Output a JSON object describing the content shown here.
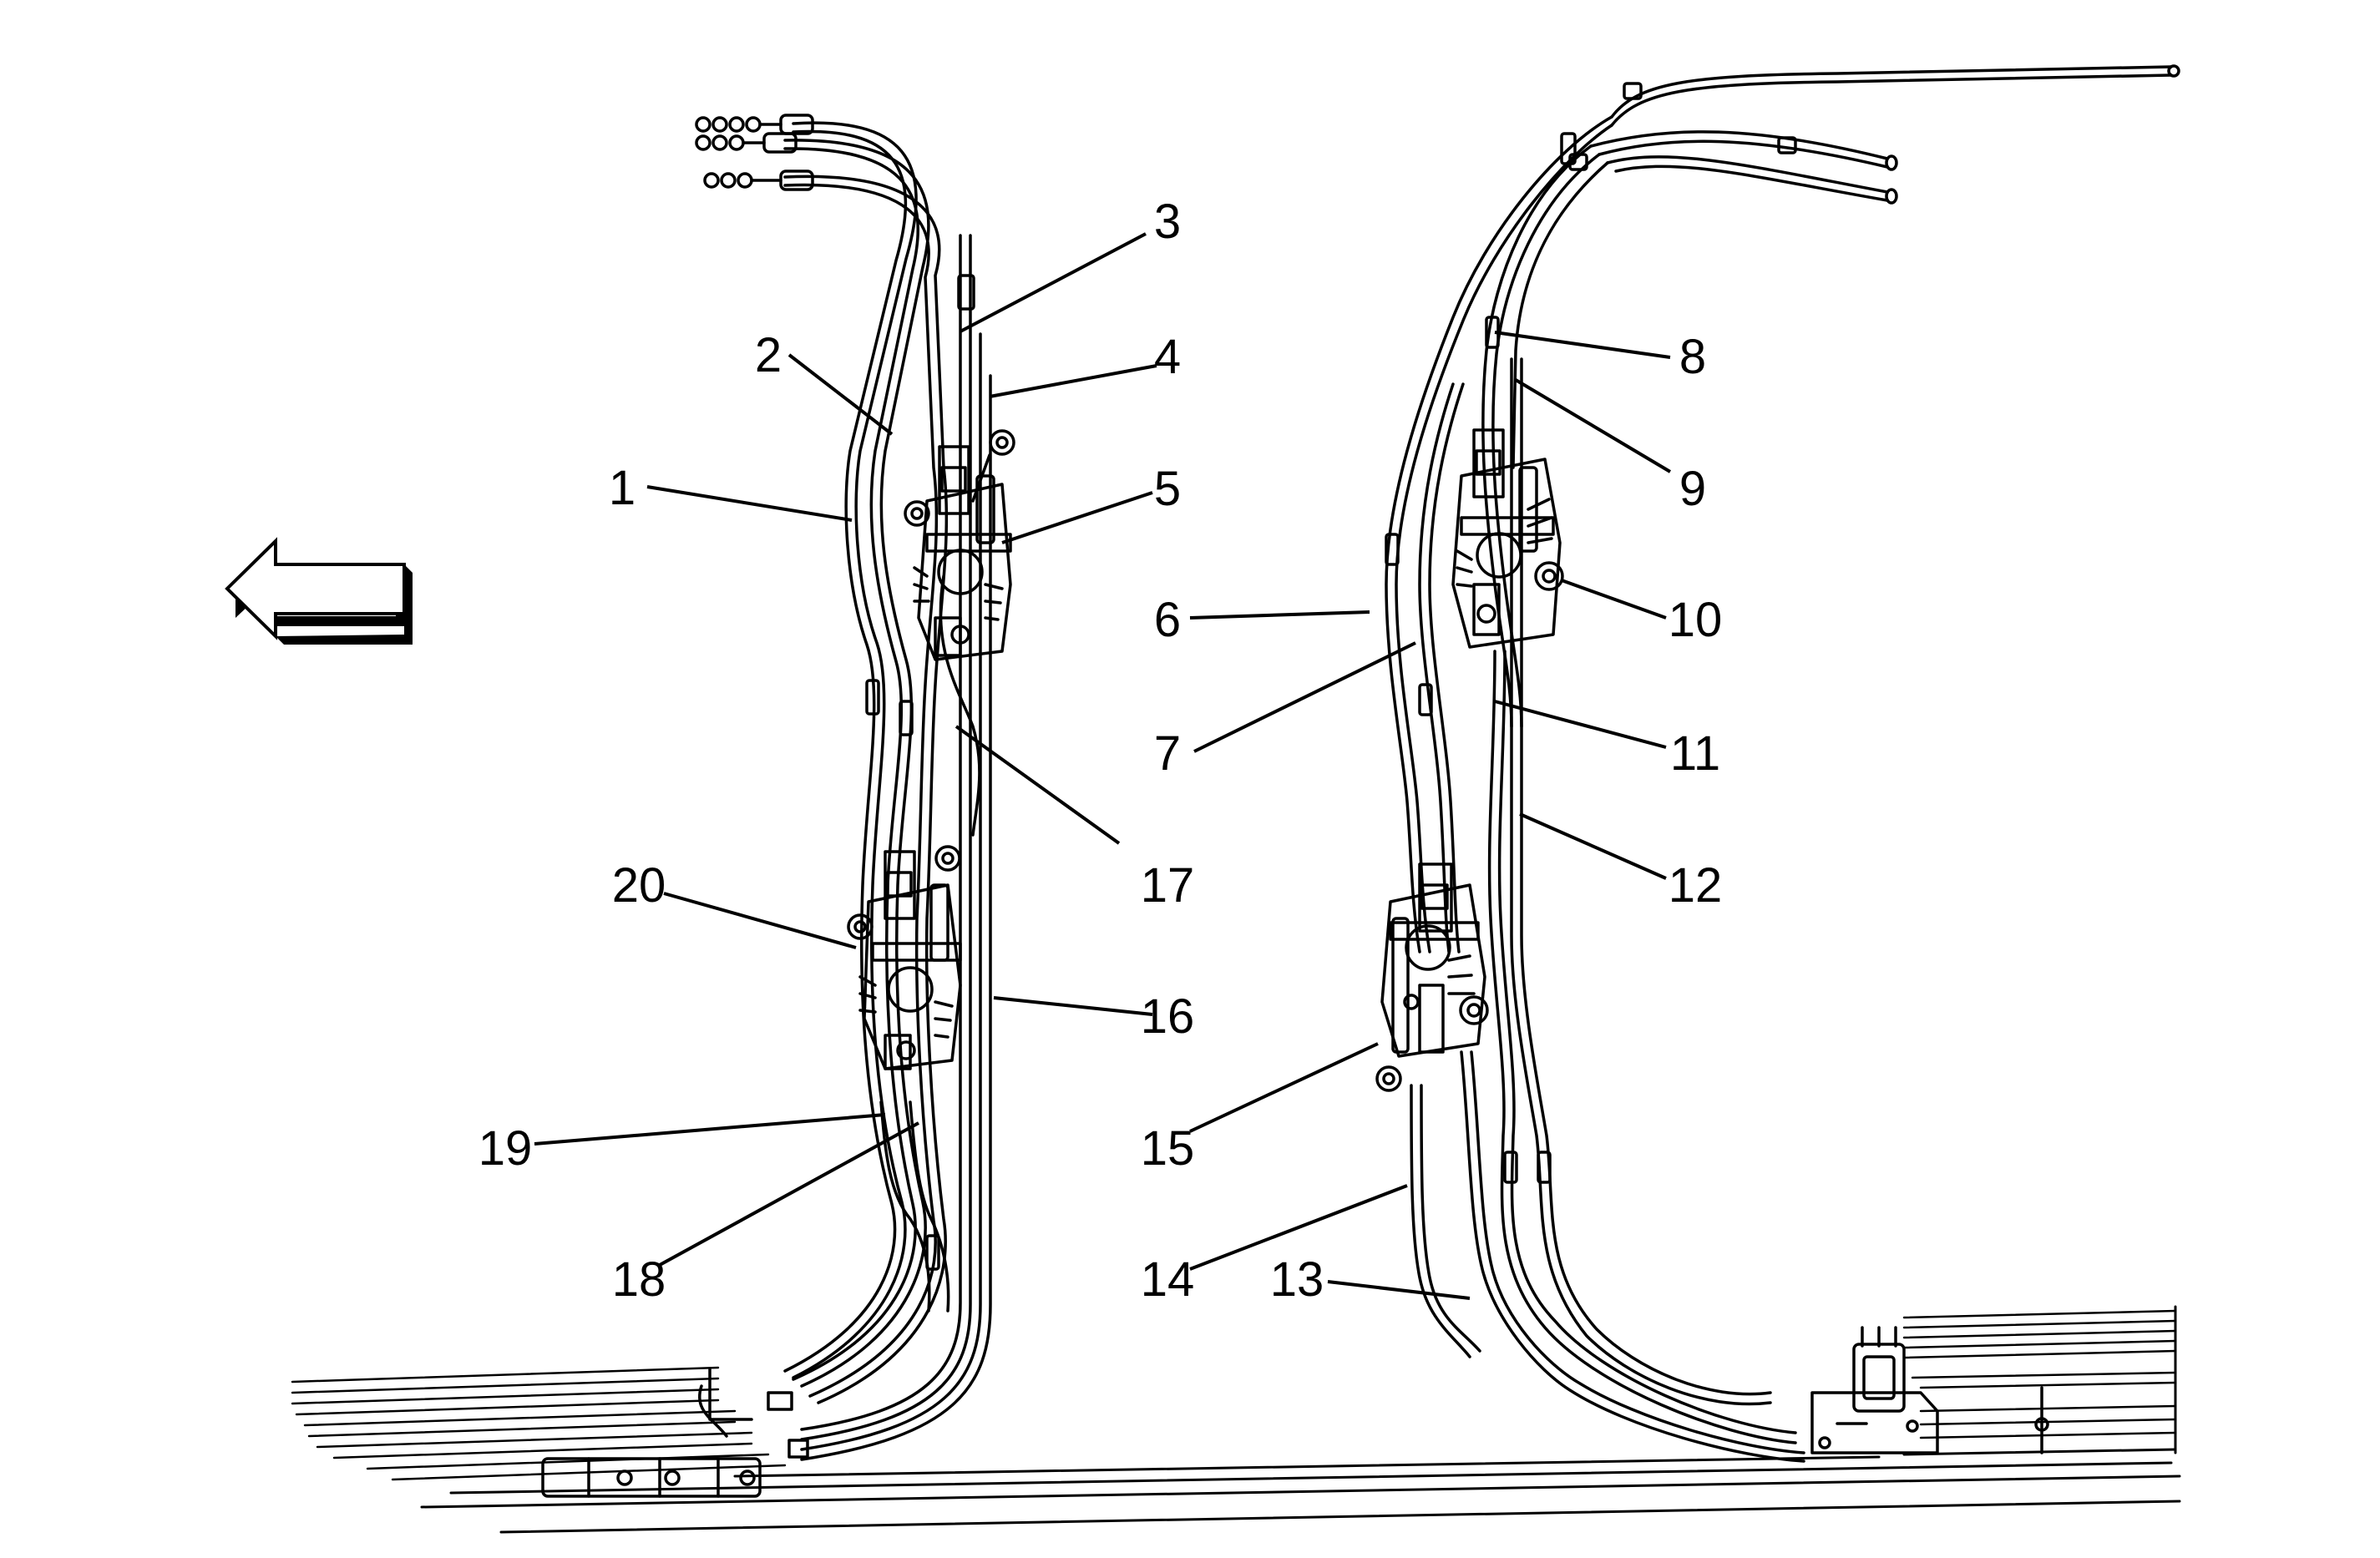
{
  "diagram": {
    "callouts": [
      {
        "id": "1",
        "label": "1"
      },
      {
        "id": "2",
        "label": "2"
      },
      {
        "id": "3",
        "label": "3"
      },
      {
        "id": "4",
        "label": "4"
      },
      {
        "id": "5",
        "label": "5"
      },
      {
        "id": "6",
        "label": "6"
      },
      {
        "id": "7",
        "label": "7"
      },
      {
        "id": "8",
        "label": "8"
      },
      {
        "id": "9",
        "label": "9"
      },
      {
        "id": "10",
        "label": "10"
      },
      {
        "id": "11",
        "label": "11"
      },
      {
        "id": "12",
        "label": "12"
      },
      {
        "id": "13",
        "label": "13"
      },
      {
        "id": "14",
        "label": "14"
      },
      {
        "id": "15",
        "label": "15"
      },
      {
        "id": "16",
        "label": "16"
      },
      {
        "id": "17",
        "label": "17"
      },
      {
        "id": "18",
        "label": "18"
      },
      {
        "id": "19",
        "label": "19"
      },
      {
        "id": "20",
        "label": "20"
      }
    ],
    "direction_arrow": {
      "icon": "arrow-left-icon"
    },
    "colors": {
      "ink": "#000000",
      "paper": "#ffffff"
    }
  }
}
